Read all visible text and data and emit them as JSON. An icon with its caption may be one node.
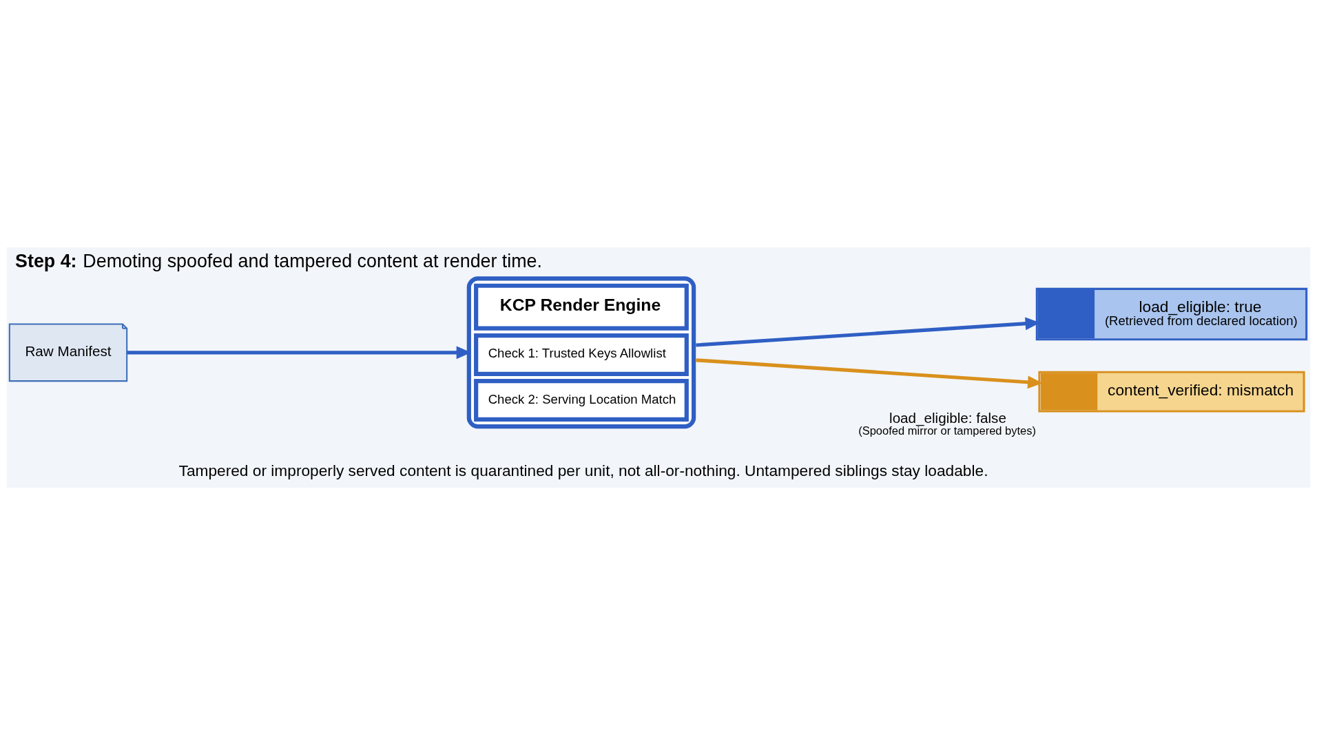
{
  "diagram": {
    "title": "**Step 4:** Demoting spoofed and tampered content at render time.",
    "caption": "Tampered or improperly served content is quarantined per unit, not all-or-nothing. Untampered siblings stay loadable.",
    "nodes": [
      {
        "text": [
          "Raw Manifest"
        ]
      },
      {
        "text": [
          "KCP Render Engine",
          "Check 1: Trusted Keys Allowlist",
          "Check 2: Serving Location Match"
        ]
      },
      {
        "text": [
          "load_eligible: true",
          "(Retrieved from declared location)"
        ]
      },
      {
        "text": [
          "content_verified: mismatch"
        ],
        "beside": [
          "load_eligible: false",
          "(Spoofed mirror or tampered bytes)"
        ]
      }
    ],
    "edges": [
      {
        "from": 0,
        "to": 1,
        "arrow": "to"
      },
      {
        "from": 1,
        "to": 2,
        "arrow": "to"
      },
      {
        "from": 1,
        "to": 3,
        "arrow": "to",
        "color": "#d9901c"
      }
    ]
  }
}
